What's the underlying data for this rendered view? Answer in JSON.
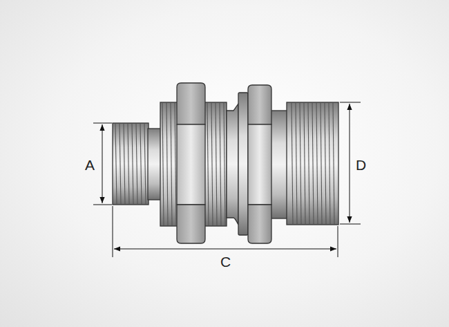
{
  "diagram": {
    "labels": [
      "A",
      "C",
      "D"
    ]
  }
}
